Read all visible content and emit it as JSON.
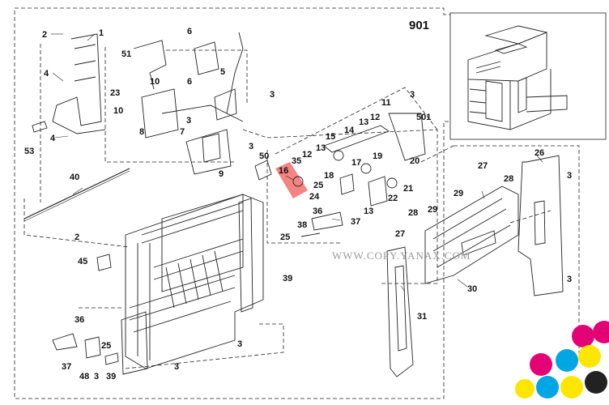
{
  "diagram": {
    "page_number": "901",
    "group_label": "501",
    "watermark": "WWW.COPY.YANAX.COM",
    "highlight_color": "#f26d6d",
    "callouts": {
      "c1": "1",
      "c2a": "2",
      "c2b": "2",
      "c3a": "3",
      "c3b": "3",
      "c3c": "3",
      "c3d": "3",
      "c3e": "3",
      "c3f": "3",
      "c3g": "3",
      "c3h": "3",
      "c3i": "3",
      "c4a": "4",
      "c4b": "4",
      "c5": "5",
      "c6a": "6",
      "c6b": "6",
      "c7": "7",
      "c8": "8",
      "c9": "9",
      "c10a": "10",
      "c10b": "10",
      "c11": "11",
      "c12a": "12",
      "c12b": "12",
      "c13a": "13",
      "c13b": "13",
      "c13c": "13",
      "c14": "14",
      "c15": "15",
      "c16": "16",
      "c17": "17",
      "c18": "18",
      "c19": "19",
      "c20": "20",
      "c21": "21",
      "c22": "22",
      "c23": "23",
      "c24": "24",
      "c25a": "25",
      "c25b": "25",
      "c25c": "25",
      "c26": "26",
      "c27a": "27",
      "c27b": "27",
      "c28a": "28",
      "c28b": "28",
      "c29a": "29",
      "c29b": "29",
      "c30": "30",
      "c31": "31",
      "c35": "35",
      "c36a": "36",
      "c36b": "36",
      "c37a": "37",
      "c37b": "37",
      "c38": "38",
      "c39a": "39",
      "c39b": "39",
      "c40": "40",
      "c45": "45",
      "c48": "48",
      "c50": "50",
      "c51": "51",
      "c53": "53"
    }
  }
}
